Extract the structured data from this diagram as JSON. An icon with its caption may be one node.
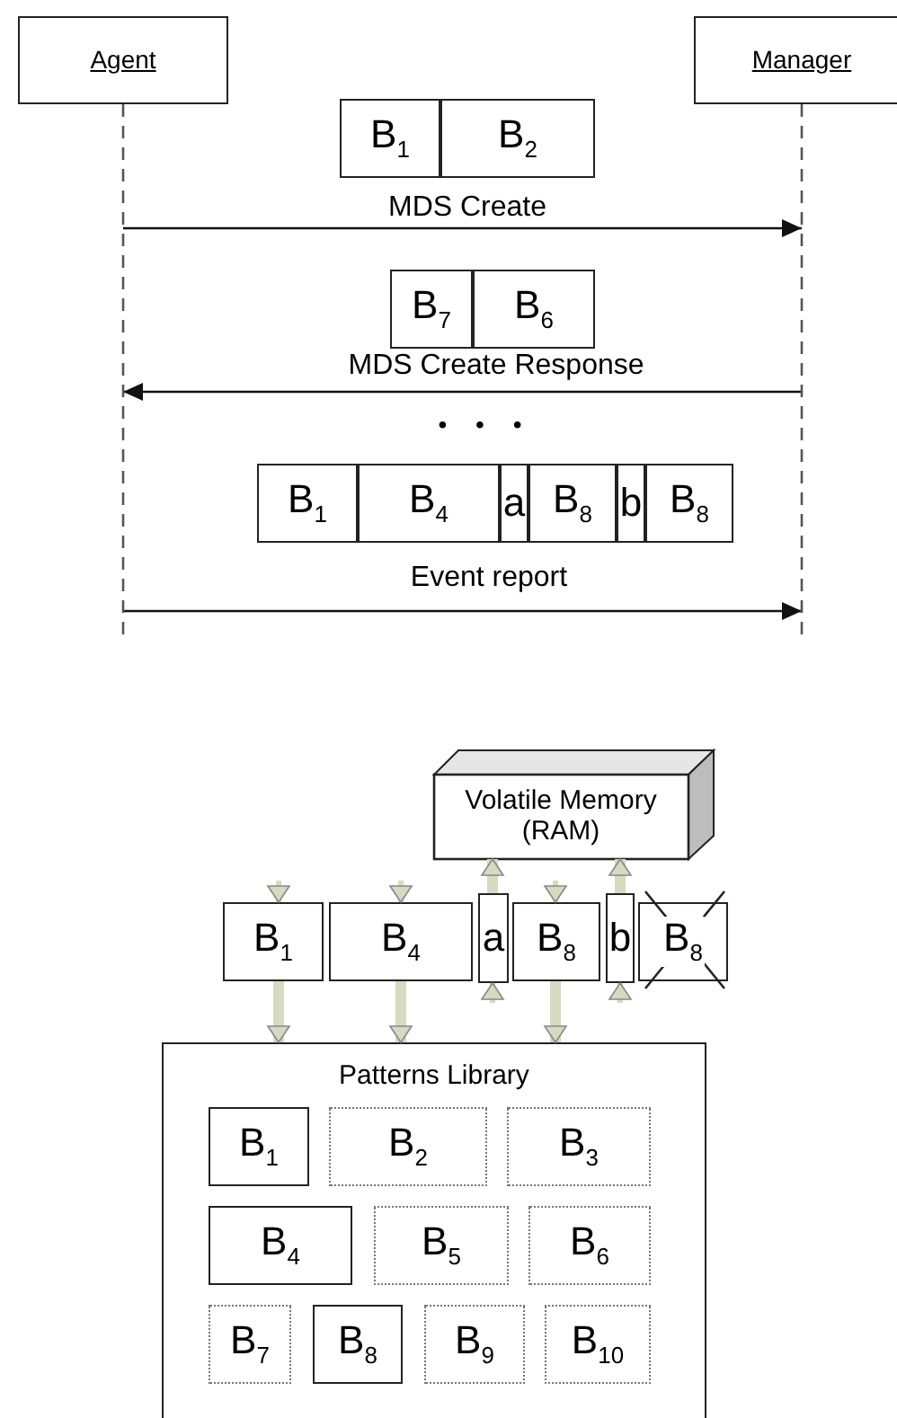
{
  "diagram": {
    "nodes": [
      {
        "text": [
          "Agent"
        ]
      },
      {
        "text": [
          "Manager"
        ]
      },
      {
        "text": [
          "B$_{1}$"
        ]
      },
      {
        "text": [
          "B$_{2}$"
        ]
      },
      {
        "text": [
          "B$_{7}$"
        ]
      },
      {
        "text": [
          "B$_{6}$"
        ]
      },
      {
        "text": [
          "B$_{1}$"
        ]
      },
      {
        "text": [
          "B$_{4}$"
        ]
      },
      {
        "text": [
          "a"
        ]
      },
      {
        "text": [
          "B$_{8}$"
        ]
      },
      {
        "text": [
          "b"
        ]
      },
      {
        "text": [
          "B$_{8}$"
        ]
      },
      {
        "text": [
          "Volatile Memory (RAM)"
        ]
      },
      {
        "text": [
          "B$_{1}$"
        ]
      },
      {
        "text": [
          "B$_{4}$"
        ]
      },
      {
        "text": [
          "a"
        ]
      },
      {
        "text": [
          "B$_{8}$"
        ]
      },
      {
        "text": [
          "b"
        ]
      },
      {
        "text": [
          "B$_{8}$"
        ]
      },
      {
        "text": [
          "Patterns Library"
        ]
      },
      {
        "text": [
          "B$_{1}$"
        ],
        "in": 19
      },
      {
        "text": [
          "B$_{2}$"
        ],
        "in": 19
      },
      {
        "text": [
          "B$_{3}$"
        ],
        "in": 19
      },
      {
        "text": [
          "B$_{4}$"
        ],
        "in": 19
      },
      {
        "text": [
          "B$_{5}$"
        ],
        "in": 19
      },
      {
        "text": [
          "B$_{6}$"
        ],
        "in": 19
      },
      {
        "text": [
          "B$_{7}$"
        ],
        "in": 19
      },
      {
        "text": [
          "B$_{8}$"
        ],
        "in": 19
      },
      {
        "text": [
          "B$_{9}$"
        ],
        "in": 19
      },
      {
        "text": [
          "B$_{10}$"
        ],
        "in": 19
      }
    ],
    "edges": [
      {
        "from": 0,
        "to": 1,
        "arrow": "to",
        "label": "MDS Create",
        "color": "#111111"
      },
      {
        "from": 1,
        "to": 0,
        "arrow": "to",
        "label": "MDS Create Response",
        "color": "#111111"
      },
      {
        "from": 0,
        "to": 1,
        "arrow": "to",
        "label": "Event report",
        "color": "#111111"
      },
      {
        "from": null,
        "to": 13,
        "arrow": "to"
      },
      {
        "from": null,
        "to": 14,
        "arrow": "to"
      },
      {
        "from": 15,
        "to": 12,
        "arrow": "to",
        "style": "thick"
      },
      {
        "from": null,
        "to": 15,
        "arrow": "to"
      },
      {
        "from": null,
        "to": 16,
        "arrow": "to"
      },
      {
        "from": 17,
        "to": 12,
        "arrow": "to",
        "style": "thick"
      },
      {
        "from": null,
        "to": 17,
        "arrow": "to"
      },
      {
        "from": 13,
        "to": 19,
        "arrow": "to",
        "style": "thick"
      },
      {
        "from": 14,
        "to": 19,
        "arrow": "to",
        "style": "thick"
      },
      {
        "from": 16,
        "to": 19,
        "arrow": "to",
        "style": "thick"
      }
    ],
    "labels": [
      "• • •"
    ]
  }
}
